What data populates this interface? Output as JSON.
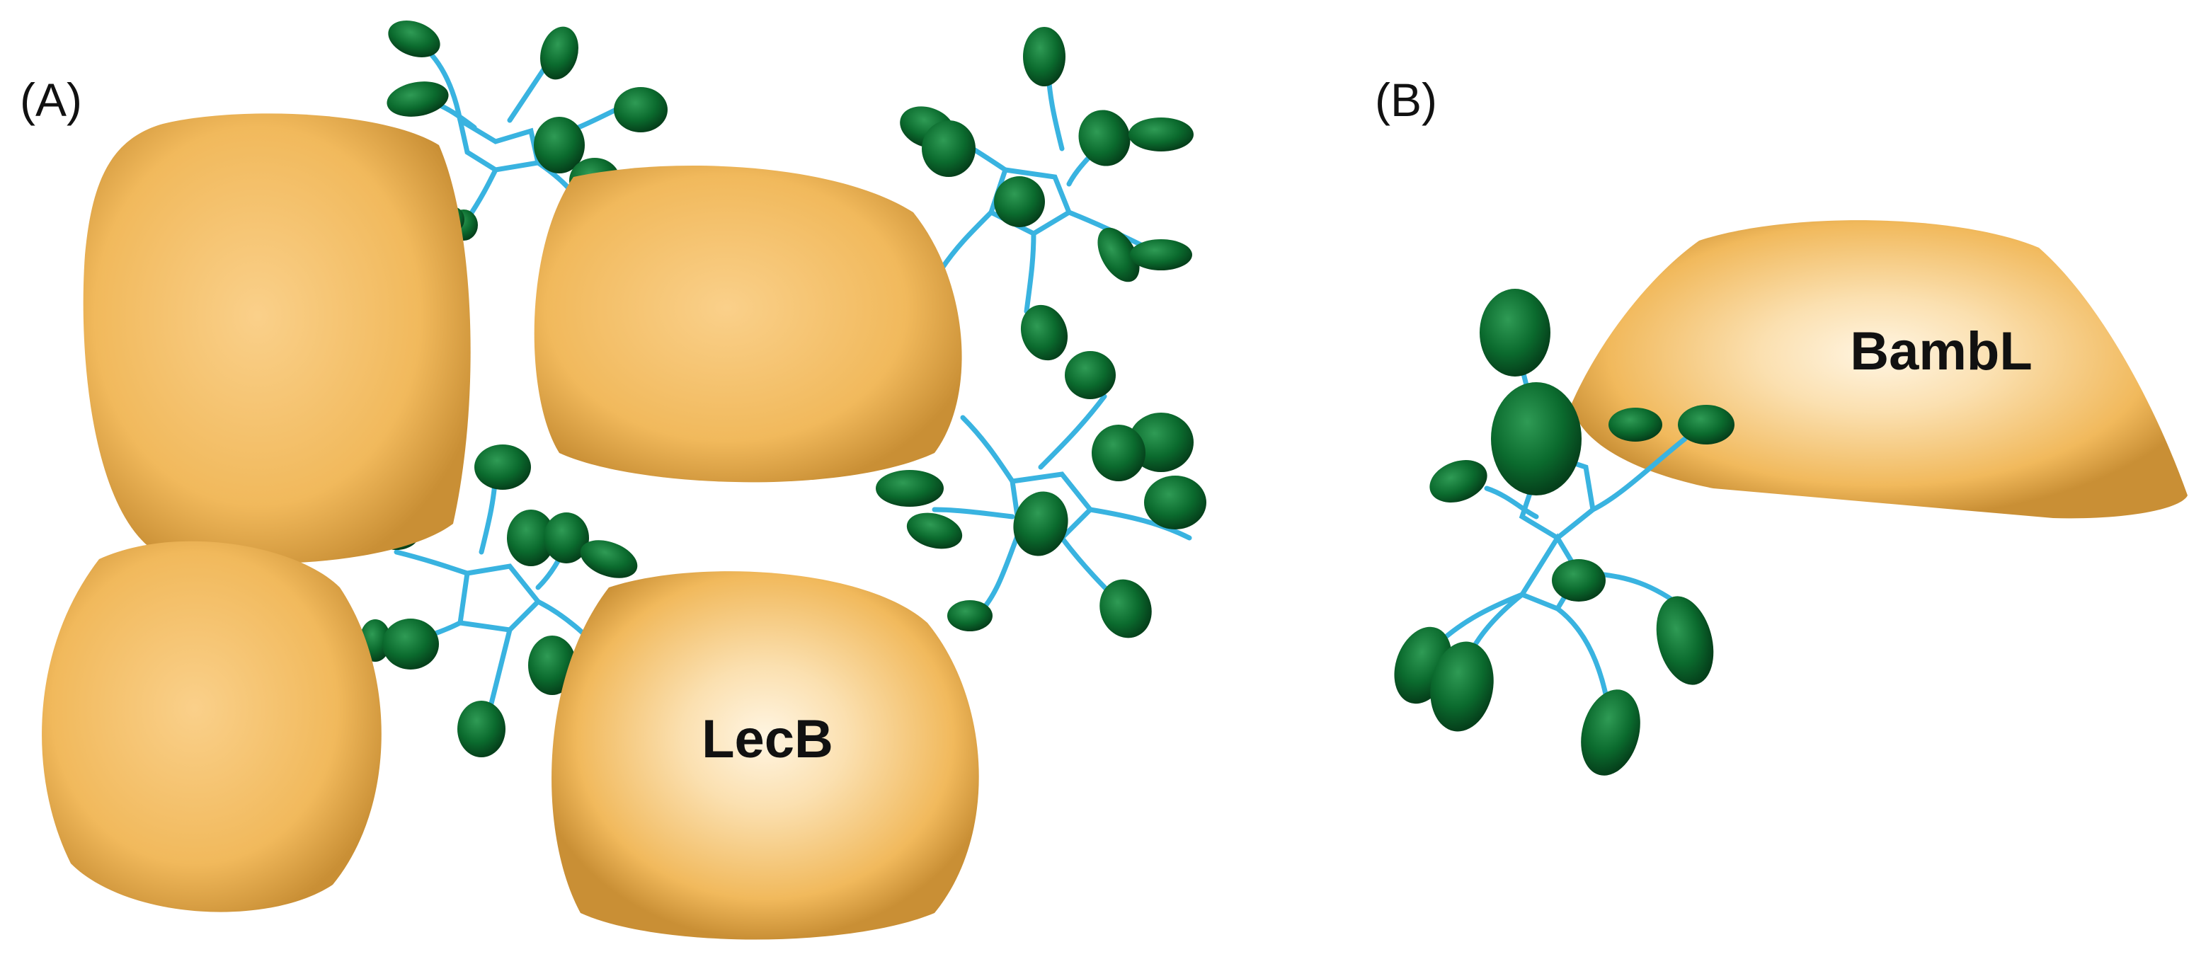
{
  "panels": {
    "a": {
      "label": "(A)",
      "protein_label": "LecB"
    },
    "b": {
      "label": "(B)",
      "protein_label": "BambL"
    }
  },
  "colors": {
    "protein": "#f1b95c",
    "protein_shadow": "#c98f35",
    "protein_highlight": "#fff5e2",
    "sugar": "#0b6b2e",
    "sugar_dark": "#05401b",
    "linker": "#39b3e0",
    "background": "#ffffff"
  }
}
